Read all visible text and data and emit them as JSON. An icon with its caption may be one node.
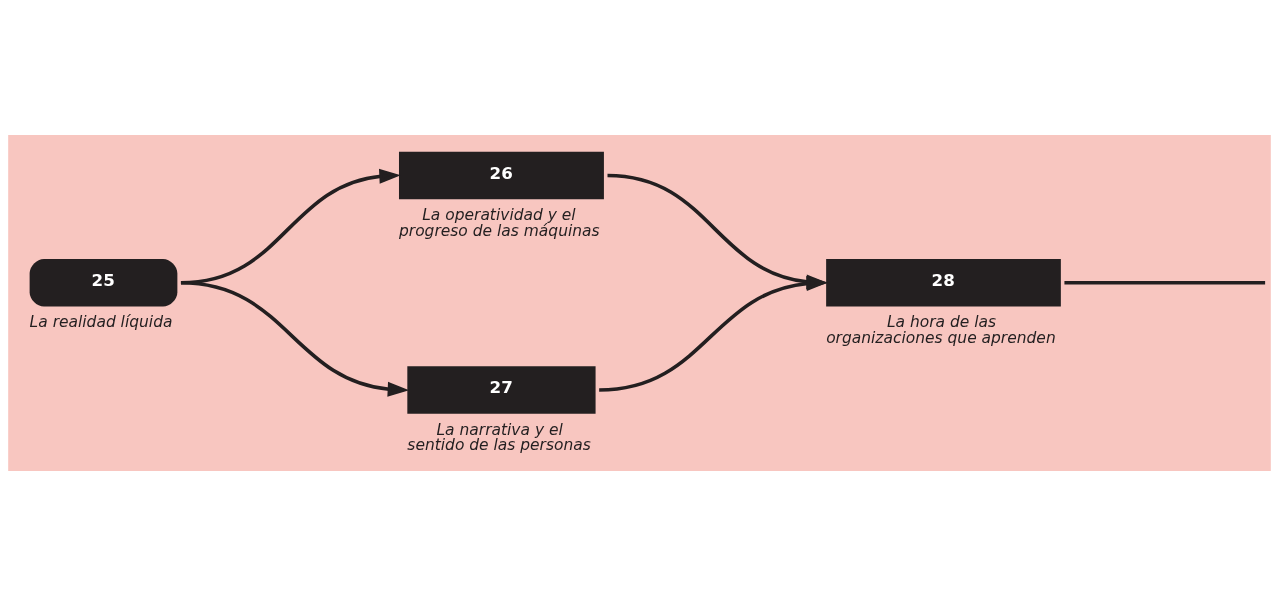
{
  "diagram": {
    "nodes": [
      {
        "text": [
          "25"
        ],
        "beside": [
          "La realidad líquida"
        ]
      },
      {
        "text": [
          "26"
        ],
        "beside": [
          "La operatividad y el progreso de las máquinas"
        ]
      },
      {
        "text": [
          "27"
        ],
        "beside": [
          "La narrativa y el sentido de las personas"
        ]
      },
      {
        "text": [
          "28"
        ],
        "beside": [
          "La hora de las organizaciones que aprenden"
        ]
      }
    ],
    "edges": [
      {
        "from": 0,
        "to": 1,
        "arrow": "to"
      },
      {
        "from": 0,
        "to": 2,
        "arrow": "to"
      },
      {
        "from": 1,
        "to": 3,
        "arrow": "to"
      },
      {
        "from": 2,
        "to": 3,
        "arrow": "to"
      },
      {
        "from": 3,
        "to": null,
        "arrow": "none"
      }
    ]
  }
}
